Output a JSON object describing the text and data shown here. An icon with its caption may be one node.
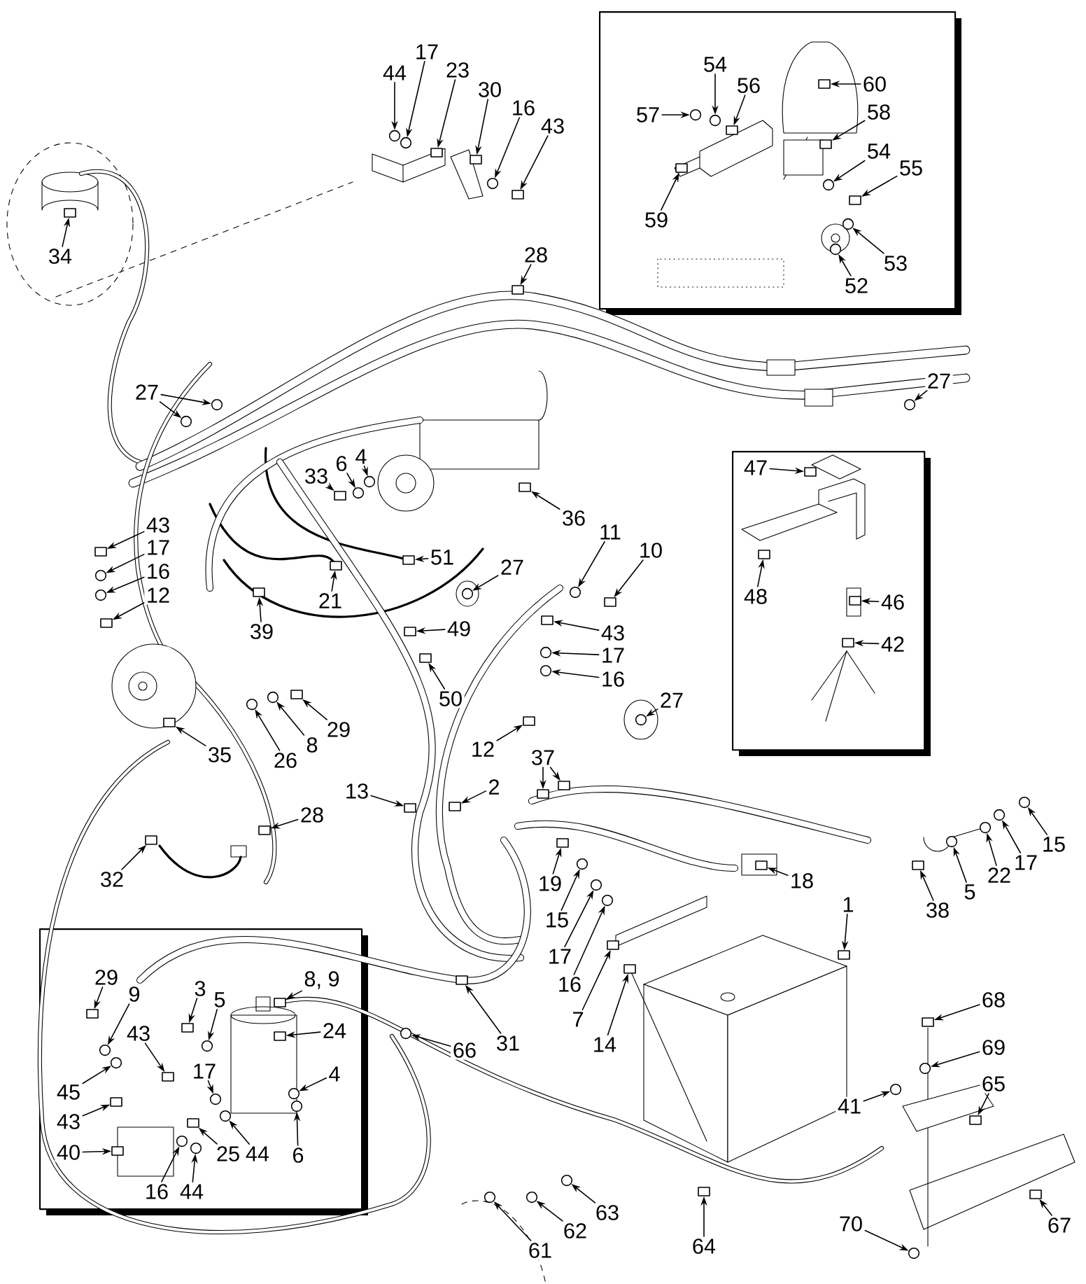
{
  "diagram": {
    "nodes": [
      {
        "text": [],
        "shape": "box"
      },
      {
        "text": [],
        "shape": "box"
      },
      {
        "text": [],
        "shape": "box"
      },
      {
        "text": [
          "44"
        ]
      },
      {
        "text": [
          "17"
        ]
      },
      {
        "text": [
          "23"
        ]
      },
      {
        "text": [
          "30"
        ]
      },
      {
        "text": [
          "16"
        ]
      },
      {
        "text": [
          "43"
        ]
      },
      {
        "text": [
          "34"
        ]
      },
      {
        "text": [
          "28"
        ]
      },
      {
        "text": [
          "27"
        ]
      },
      {
        "text": [
          "54"
        ],
        "in": 0
      },
      {
        "text": [
          "56"
        ],
        "in": 0
      },
      {
        "text": [
          "57"
        ],
        "in": 0
      },
      {
        "text": [
          "60"
        ],
        "in": 0
      },
      {
        "text": [
          "58"
        ],
        "in": 0
      },
      {
        "text": [
          "54"
        ],
        "in": 0
      },
      {
        "text": [
          "55"
        ],
        "in": 0
      },
      {
        "text": [
          "59"
        ],
        "in": 0
      },
      {
        "text": [
          "53"
        ],
        "in": 0
      },
      {
        "text": [
          "52"
        ],
        "in": 0
      },
      {
        "text": [
          "27"
        ]
      },
      {
        "text": [
          "47"
        ],
        "in": 1
      },
      {
        "text": [
          "48"
        ],
        "in": 1
      },
      {
        "text": [
          "46"
        ],
        "in": 1
      },
      {
        "text": [
          "42"
        ],
        "in": 1
      },
      {
        "text": [
          "33"
        ]
      },
      {
        "text": [
          "6"
        ]
      },
      {
        "text": [
          "4"
        ]
      },
      {
        "text": [
          "36"
        ]
      },
      {
        "text": [
          "51"
        ]
      },
      {
        "text": [
          "21"
        ]
      },
      {
        "text": [
          "39"
        ]
      },
      {
        "text": [
          "27"
        ]
      },
      {
        "text": [
          "11"
        ]
      },
      {
        "text": [
          "10"
        ]
      },
      {
        "text": [
          "43"
        ]
      },
      {
        "text": [
          "17"
        ]
      },
      {
        "text": [
          "16"
        ]
      },
      {
        "text": [
          "49"
        ]
      },
      {
        "text": [
          "50"
        ]
      },
      {
        "text": [
          "12"
        ]
      },
      {
        "text": [
          "27"
        ]
      },
      {
        "text": [
          "43"
        ]
      },
      {
        "text": [
          "17"
        ]
      },
      {
        "text": [
          "16"
        ]
      },
      {
        "text": [
          "12"
        ]
      },
      {
        "text": [
          "35"
        ]
      },
      {
        "text": [
          "26"
        ]
      },
      {
        "text": [
          "8"
        ]
      },
      {
        "text": [
          "29"
        ]
      },
      {
        "text": [
          "13"
        ]
      },
      {
        "text": [
          "2"
        ]
      },
      {
        "text": [
          "37"
        ]
      },
      {
        "text": [
          "28"
        ]
      },
      {
        "text": [
          "32"
        ]
      },
      {
        "text": [
          "19"
        ]
      },
      {
        "text": [
          "15"
        ]
      },
      {
        "text": [
          "17"
        ]
      },
      {
        "text": [
          "16"
        ]
      },
      {
        "text": [
          "7"
        ]
      },
      {
        "text": [
          "14"
        ]
      },
      {
        "text": [
          "18"
        ]
      },
      {
        "text": [
          "1"
        ]
      },
      {
        "text": [
          "38"
        ]
      },
      {
        "text": [
          "5"
        ]
      },
      {
        "text": [
          "22"
        ]
      },
      {
        "text": [
          "17"
        ]
      },
      {
        "text": [
          "15"
        ]
      },
      {
        "text": [
          "68"
        ]
      },
      {
        "text": [
          "69"
        ]
      },
      {
        "text": [
          "65"
        ]
      },
      {
        "text": [
          "41"
        ]
      },
      {
        "text": [
          "67"
        ]
      },
      {
        "text": [
          "70"
        ]
      },
      {
        "text": [
          "64"
        ]
      },
      {
        "text": [
          "63"
        ]
      },
      {
        "text": [
          "62"
        ]
      },
      {
        "text": [
          "61"
        ]
      },
      {
        "text": [
          "66"
        ]
      },
      {
        "text": [
          "31"
        ]
      },
      {
        "text": [
          "29"
        ],
        "in": 2
      },
      {
        "text": [
          "9"
        ],
        "in": 2
      },
      {
        "text": [
          "3"
        ],
        "in": 2
      },
      {
        "text": [
          "5"
        ],
        "in": 2
      },
      {
        "text": [
          "8, 9"
        ],
        "in": 2
      },
      {
        "text": [
          "24"
        ],
        "in": 2
      },
      {
        "text": [
          "43"
        ],
        "in": 2
      },
      {
        "text": [
          "45"
        ],
        "in": 2
      },
      {
        "text": [
          "17"
        ],
        "in": 2
      },
      {
        "text": [
          "4"
        ],
        "in": 2
      },
      {
        "text": [
          "43"
        ],
        "in": 2
      },
      {
        "text": [
          "25"
        ],
        "in": 2
      },
      {
        "text": [
          "44"
        ],
        "in": 2
      },
      {
        "text": [
          "6"
        ],
        "in": 2
      },
      {
        "text": [
          "40"
        ],
        "in": 2
      },
      {
        "text": [
          "16"
        ],
        "in": 2
      },
      {
        "text": [
          "44"
        ],
        "in": 2
      },
      {
        "text": [],
        "shape": "circle"
      },
      {
        "text": [],
        "shape": "circle"
      },
      {
        "text": [],
        "shape": "box"
      },
      {
        "text": [],
        "shape": "box"
      },
      {
        "text": [],
        "shape": "circle"
      },
      {
        "text": [],
        "shape": "box"
      },
      {
        "text": [],
        "shape": "box"
      },
      {
        "text": [],
        "shape": "box"
      },
      {
        "text": [],
        "shape": "circle"
      },
      {
        "text": [],
        "shape": "circle"
      },
      {
        "text": [],
        "shape": "circle",
        "in": 0
      },
      {
        "text": [],
        "shape": "box",
        "in": 0
      },
      {
        "text": [],
        "shape": "circle",
        "in": 0
      },
      {
        "text": [],
        "shape": "box",
        "in": 0
      },
      {
        "text": [],
        "shape": "box",
        "in": 0
      },
      {
        "text": [],
        "shape": "circle",
        "in": 0
      },
      {
        "text": [],
        "shape": "box",
        "in": 0
      },
      {
        "text": [],
        "shape": "box",
        "in": 0
      },
      {
        "text": [],
        "shape": "circle",
        "in": 0
      },
      {
        "text": [],
        "shape": "circle",
        "in": 0
      },
      {
        "text": [],
        "shape": "circle"
      },
      {
        "text": [],
        "shape": "box",
        "in": 1
      },
      {
        "text": [],
        "shape": "box",
        "in": 1
      },
      {
        "text": [],
        "shape": "box",
        "in": 1
      },
      {
        "text": [],
        "shape": "box",
        "in": 1
      },
      {
        "text": [],
        "shape": "box"
      },
      {
        "text": [],
        "shape": "circle"
      },
      {
        "text": [],
        "shape": "circle"
      },
      {
        "text": [],
        "shape": "box"
      },
      {
        "text": [],
        "shape": "box"
      },
      {
        "text": [],
        "shape": "box"
      },
      {
        "text": [],
        "shape": "box"
      },
      {
        "text": [],
        "shape": "circle"
      },
      {
        "text": [],
        "shape": "circle"
      },
      {
        "text": [],
        "shape": "box"
      },
      {
        "text": [],
        "shape": "box"
      },
      {
        "text": [],
        "shape": "circle"
      },
      {
        "text": [],
        "shape": "circle"
      },
      {
        "text": [],
        "shape": "box"
      },
      {
        "text": [],
        "shape": "box"
      },
      {
        "text": [],
        "shape": "box"
      },
      {
        "text": [],
        "shape": "circle"
      },
      {
        "text": [],
        "shape": "box"
      },
      {
        "text": [],
        "shape": "circle"
      },
      {
        "text": [],
        "shape": "circle"
      },
      {
        "text": [],
        "shape": "box"
      },
      {
        "text": [],
        "shape": "box"
      },
      {
        "text": [],
        "shape": "circle"
      },
      {
        "text": [],
        "shape": "circle"
      },
      {
        "text": [],
        "shape": "box"
      },
      {
        "text": [],
        "shape": "box"
      },
      {
        "text": [],
        "shape": "box"
      },
      {
        "text": [],
        "shape": "box"
      },
      {
        "text": [],
        "shape": "box"
      },
      {
        "text": [],
        "shape": "box"
      },
      {
        "text": [],
        "shape": "box"
      },
      {
        "text": [],
        "shape": "box"
      },
      {
        "text": [],
        "shape": "circle"
      },
      {
        "text": [],
        "shape": "circle"
      },
      {
        "text": [],
        "shape": "circle"
      },
      {
        "text": [],
        "shape": "box"
      },
      {
        "text": [],
        "shape": "box"
      },
      {
        "text": [],
        "shape": "box"
      },
      {
        "text": [],
        "shape": "box"
      },
      {
        "text": [],
        "shape": "box"
      },
      {
        "text": [],
        "shape": "circle"
      },
      {
        "text": [],
        "shape": "circle"
      },
      {
        "text": [],
        "shape": "circle"
      },
      {
        "text": [],
        "shape": "circle"
      },
      {
        "text": [],
        "shape": "box"
      },
      {
        "text": [],
        "shape": "circle"
      },
      {
        "text": [],
        "shape": "box"
      },
      {
        "text": [],
        "shape": "circle"
      },
      {
        "text": [],
        "shape": "box"
      },
      {
        "text": [],
        "shape": "circle"
      },
      {
        "text": [],
        "shape": "box"
      },
      {
        "text": [],
        "shape": "circle"
      },
      {
        "text": [],
        "shape": "circle"
      },
      {
        "text": [],
        "shape": "circle"
      },
      {
        "text": [],
        "shape": "circle"
      },
      {
        "text": [],
        "shape": "box"
      },
      {
        "text": [],
        "shape": "box",
        "in": 2
      },
      {
        "text": [],
        "shape": "circle",
        "in": 2
      },
      {
        "text": [],
        "shape": "box",
        "in": 2
      },
      {
        "text": [],
        "shape": "circle",
        "in": 2
      },
      {
        "text": [],
        "shape": "box",
        "in": 2
      },
      {
        "text": [],
        "shape": "box",
        "in": 2
      },
      {
        "text": [],
        "shape": "box",
        "in": 2
      },
      {
        "text": [],
        "shape": "circle",
        "in": 2
      },
      {
        "text": [],
        "shape": "circle",
        "in": 2
      },
      {
        "text": [],
        "shape": "circle",
        "in": 2
      },
      {
        "text": [],
        "shape": "box",
        "in": 2
      },
      {
        "text": [],
        "shape": "box",
        "in": 2
      },
      {
        "text": [],
        "shape": "circle",
        "in": 2
      },
      {
        "text": [],
        "shape": "circle",
        "in": 2
      },
      {
        "text": [],
        "shape": "box",
        "in": 2
      },
      {
        "text": [],
        "shape": "circle",
        "in": 2
      },
      {
        "text": [],
        "shape": "circle",
        "in": 2
      }
    ],
    "edges": [
      {
        "from": 3,
        "to": 99,
        "arrow": "to"
      },
      {
        "from": 4,
        "to": 100,
        "arrow": "to"
      },
      {
        "from": 5,
        "to": 101,
        "arrow": "to"
      },
      {
        "from": 6,
        "to": 102,
        "arrow": "to"
      },
      {
        "from": 7,
        "to": 103,
        "arrow": "to"
      },
      {
        "from": 8,
        "to": 104,
        "arrow": "to"
      },
      {
        "from": 9,
        "to": 105,
        "arrow": "to"
      },
      {
        "from": 10,
        "to": 106,
        "arrow": "to"
      },
      {
        "from": 11,
        "to": 107,
        "arrow": "to"
      },
      {
        "from": 11,
        "to": 108,
        "arrow": "to"
      },
      {
        "from": 12,
        "to": 109,
        "arrow": "to"
      },
      {
        "from": 13,
        "to": 110,
        "arrow": "to"
      },
      {
        "from": 14,
        "to": 111,
        "arrow": "to"
      },
      {
        "from": 15,
        "to": 112,
        "arrow": "to"
      },
      {
        "from": 16,
        "to": 113,
        "arrow": "to"
      },
      {
        "from": 17,
        "to": 114,
        "arrow": "to"
      },
      {
        "from": 18,
        "to": 115,
        "arrow": "to"
      },
      {
        "from": 19,
        "to": 116,
        "arrow": "to"
      },
      {
        "from": 20,
        "to": 117,
        "arrow": "to"
      },
      {
        "from": 21,
        "to": 118,
        "arrow": "to"
      },
      {
        "from": 22,
        "to": 119,
        "arrow": "to"
      },
      {
        "from": 23,
        "to": 120,
        "arrow": "to"
      },
      {
        "from": 24,
        "to": 121,
        "arrow": "to"
      },
      {
        "from": 25,
        "to": 122,
        "arrow": "to"
      },
      {
        "from": 26,
        "to": 123,
        "arrow": "to"
      },
      {
        "from": 27,
        "to": 124,
        "arrow": "to"
      },
      {
        "from": 28,
        "to": 125,
        "arrow": "to"
      },
      {
        "from": 29,
        "to": 126,
        "arrow": "to"
      },
      {
        "from": 30,
        "to": 127,
        "arrow": "to"
      },
      {
        "from": 31,
        "to": 128,
        "arrow": "to"
      },
      {
        "from": 32,
        "to": 129,
        "arrow": "to"
      },
      {
        "from": 33,
        "to": 130,
        "arrow": "to"
      },
      {
        "from": 34,
        "to": 131,
        "arrow": "to"
      },
      {
        "from": 35,
        "to": 132,
        "arrow": "to"
      },
      {
        "from": 36,
        "to": 133,
        "arrow": "to"
      },
      {
        "from": 37,
        "to": 134,
        "arrow": "to"
      },
      {
        "from": 38,
        "to": 135,
        "arrow": "to"
      },
      {
        "from": 39,
        "to": 136,
        "arrow": "to"
      },
      {
        "from": 40,
        "to": 137,
        "arrow": "to"
      },
      {
        "from": 41,
        "to": 138,
        "arrow": "to"
      },
      {
        "from": 42,
        "to": 139,
        "arrow": "to"
      },
      {
        "from": 43,
        "to": 140,
        "arrow": "to"
      },
      {
        "from": 44,
        "to": 141,
        "arrow": "to"
      },
      {
        "from": 45,
        "to": 142,
        "arrow": "to"
      },
      {
        "from": 46,
        "to": 143,
        "arrow": "to"
      },
      {
        "from": 47,
        "to": 144,
        "arrow": "to"
      },
      {
        "from": 48,
        "to": 145,
        "arrow": "to"
      },
      {
        "from": 49,
        "to": 146,
        "arrow": "to"
      },
      {
        "from": 50,
        "to": 147,
        "arrow": "to"
      },
      {
        "from": 51,
        "to": 148,
        "arrow": "to"
      },
      {
        "from": 52,
        "to": 149,
        "arrow": "to"
      },
      {
        "from": 53,
        "to": 150,
        "arrow": "to"
      },
      {
        "from": 54,
        "to": 151,
        "arrow": "to"
      },
      {
        "from": 54,
        "to": 152,
        "arrow": "to"
      },
      {
        "from": 55,
        "to": 153,
        "arrow": "to"
      },
      {
        "from": 56,
        "to": 154,
        "arrow": "to"
      },
      {
        "from": 57,
        "to": 155,
        "arrow": "to"
      },
      {
        "from": 58,
        "to": 156,
        "arrow": "to"
      },
      {
        "from": 59,
        "to": 157,
        "arrow": "to"
      },
      {
        "from": 60,
        "to": 158,
        "arrow": "to"
      },
      {
        "from": 61,
        "to": 159,
        "arrow": "to"
      },
      {
        "from": 62,
        "to": 160,
        "arrow": "to"
      },
      {
        "from": 63,
        "to": 161,
        "arrow": "to"
      },
      {
        "from": 64,
        "to": 162,
        "arrow": "to"
      },
      {
        "from": 65,
        "to": 163,
        "arrow": "to"
      },
      {
        "from": 66,
        "to": 164,
        "arrow": "to"
      },
      {
        "from": 67,
        "to": 165,
        "arrow": "to"
      },
      {
        "from": 68,
        "to": 166,
        "arrow": "to"
      },
      {
        "from": 69,
        "to": 167,
        "arrow": "to"
      },
      {
        "from": 70,
        "to": 168,
        "arrow": "to"
      },
      {
        "from": 71,
        "to": 169,
        "arrow": "to"
      },
      {
        "from": 72,
        "to": 170,
        "arrow": "to"
      },
      {
        "from": 73,
        "to": 171,
        "arrow": "to"
      },
      {
        "from": 74,
        "to": 172,
        "arrow": "to"
      },
      {
        "from": 75,
        "to": 173,
        "arrow": "to"
      },
      {
        "from": 76,
        "to": 174,
        "arrow": "to"
      },
      {
        "from": 77,
        "to": 175,
        "arrow": "to"
      },
      {
        "from": 78,
        "to": 176,
        "arrow": "to"
      },
      {
        "from": 79,
        "to": 177,
        "arrow": "to"
      },
      {
        "from": 80,
        "to": 178,
        "arrow": "to"
      },
      {
        "from": 81,
        "to": 179,
        "arrow": "to"
      },
      {
        "from": 82,
        "to": 180,
        "arrow": "to"
      },
      {
        "from": 83,
        "to": 181,
        "arrow": "to"
      },
      {
        "from": 84,
        "to": 182,
        "arrow": "to"
      },
      {
        "from": 85,
        "to": 183,
        "arrow": "to"
      },
      {
        "from": 86,
        "to": 184,
        "arrow": "to"
      },
      {
        "from": 87,
        "to": 185,
        "arrow": "to"
      },
      {
        "from": 88,
        "to": 186,
        "arrow": "to"
      },
      {
        "from": 89,
        "to": 187,
        "arrow": "to"
      },
      {
        "from": 90,
        "to": 188,
        "arrow": "to"
      },
      {
        "from": 91,
        "to": 189,
        "arrow": "to"
      },
      {
        "from": 92,
        "to": 190,
        "arrow": "to"
      },
      {
        "from": 93,
        "to": 191,
        "arrow": "to"
      },
      {
        "from": 94,
        "to": 192,
        "arrow": "to"
      },
      {
        "from": 95,
        "to": 193,
        "arrow": "to"
      },
      {
        "from": 96,
        "to": 194,
        "arrow": "to"
      },
      {
        "from": 97,
        "to": 195,
        "arrow": "to"
      },
      {
        "from": 98,
        "to": 196,
        "arrow": "to"
      }
    ]
  }
}
